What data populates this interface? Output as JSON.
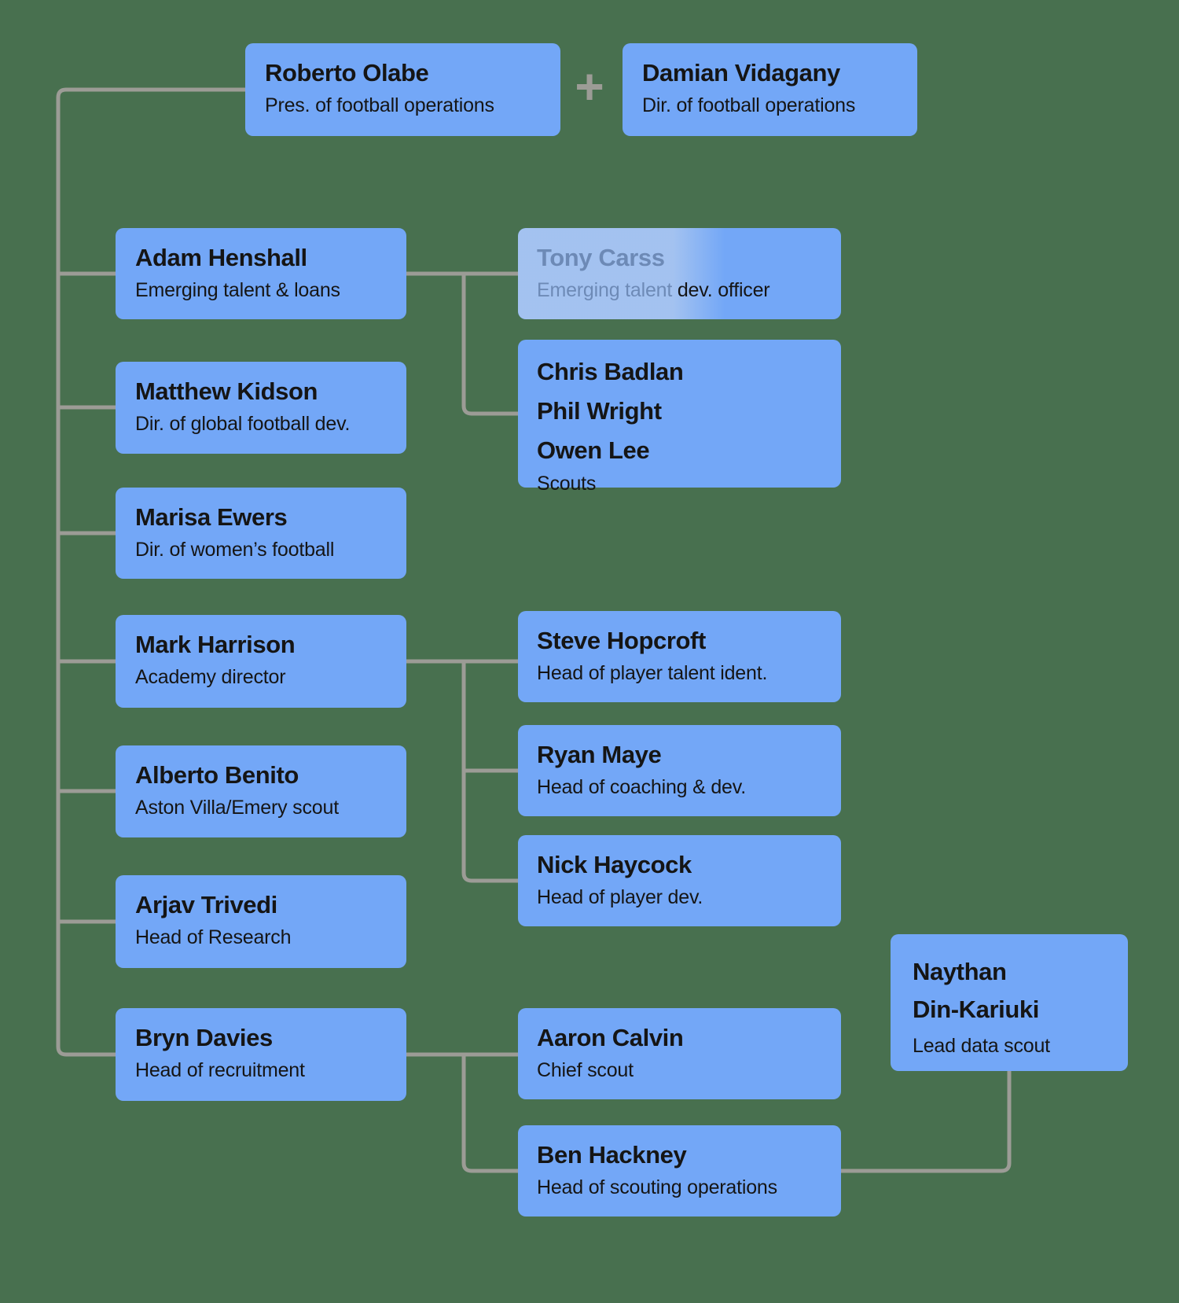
{
  "colors": {
    "background": "#48704f",
    "box_fill": "#73a7f7",
    "connector_gray": "#9c9c96",
    "text": "#151515"
  },
  "top": {
    "president": {
      "name": "Roberto Olabe",
      "title": "Pres. of football operations"
    },
    "plus": "+",
    "director": {
      "name": "Damian Vidagany",
      "title": "Dir. of football operations"
    }
  },
  "left_column": [
    {
      "name": "Adam Henshall",
      "title": "Emerging talent & loans"
    },
    {
      "name": "Matthew Kidson",
      "title": "Dir. of global football dev."
    },
    {
      "name": "Marisa Ewers",
      "title": "Dir. of women’s football"
    },
    {
      "name": "Mark Harrison",
      "title": "Academy director"
    },
    {
      "name": "Alberto Benito",
      "title": "Aston Villa/Emery scout"
    },
    {
      "name": "Arjav Trivedi",
      "title": "Head of Research"
    },
    {
      "name": "Bryn Davies",
      "title": "Head of recruitment"
    }
  ],
  "henshall_group": {
    "tony": {
      "name": "Tony Carss",
      "title_faded": "Emerging talent",
      "title_solid": " dev. officer"
    },
    "scouts": {
      "names": [
        "Chris Badlan",
        "Phil Wright",
        "Owen Lee"
      ],
      "title": "Scouts"
    }
  },
  "harrison_group": [
    {
      "name": "Steve Hopcroft",
      "title": "Head of player talent ident."
    },
    {
      "name": "Ryan Maye",
      "title": "Head of coaching & dev."
    },
    {
      "name": "Nick Haycock",
      "title": "Head of player dev."
    }
  ],
  "davies_group": [
    {
      "name": "Aaron Calvin",
      "title": "Chief scout"
    },
    {
      "name": "Ben Hackney",
      "title": "Head of scouting operations"
    }
  ],
  "data_scout": {
    "name_lines": [
      "Naythan",
      "Din-Kariuki"
    ],
    "title": "Lead data scout"
  }
}
